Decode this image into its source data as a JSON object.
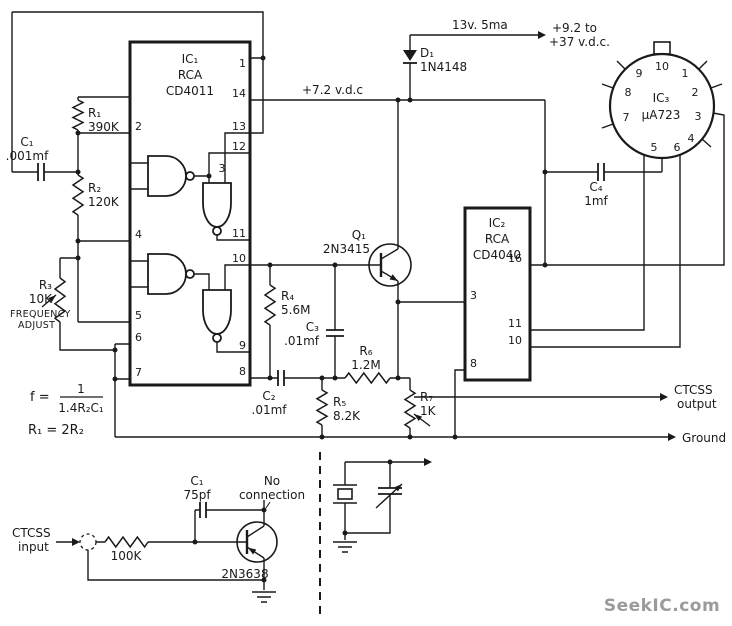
{
  "watermark": "SeekIC.com",
  "power": {
    "line_rating": "13v. 5ma",
    "supply_line1": "+9.2 to",
    "supply_line2": "+37 v.d.c.",
    "rail": "+7.2 v.d.c"
  },
  "ic1": {
    "ref": "IC₁",
    "mfr": "RCA",
    "part": "CD4011",
    "pins": {
      "p1": "1",
      "p2": "2",
      "p3": "3",
      "p4": "4",
      "p5": "5",
      "p6": "6",
      "p7": "7",
      "p8": "8",
      "p9": "9",
      "p10": "10",
      "p11": "11",
      "p12": "12",
      "p13": "13",
      "p14": "14"
    }
  },
  "ic2": {
    "ref": "IC₂",
    "mfr": "RCA",
    "part": "CD4040",
    "pins": {
      "p3": "3",
      "p8": "8",
      "p10": "10",
      "p11": "11",
      "p16": "16"
    }
  },
  "ic3": {
    "ref": "IC₃",
    "part": "μA723",
    "pins": {
      "p1": "1",
      "p2": "2",
      "p3": "3",
      "p4": "4",
      "p5": "5",
      "p6": "6",
      "p7": "7",
      "p8": "8",
      "p9": "9",
      "p10": "10"
    }
  },
  "components": {
    "c1_osc": {
      "ref": "C₁",
      "value": ".001mf"
    },
    "r1": {
      "ref": "R₁",
      "value": "390K"
    },
    "r2": {
      "ref": "R₂",
      "value": "120K"
    },
    "r3": {
      "ref": "R₃",
      "value": "10K",
      "note_line1": "FREQUENCY",
      "note_line2": "ADJUST"
    },
    "r4": {
      "ref": "R₄",
      "value": "5.6M"
    },
    "r5": {
      "ref": "R₅",
      "value": "8.2K"
    },
    "r6": {
      "ref": "R₆",
      "value": "1.2M"
    },
    "r7": {
      "ref": "R₇",
      "value": "1K"
    },
    "c2": {
      "ref": "C₂",
      "value": ".01mf"
    },
    "c3": {
      "ref": "C₃",
      "value": ".01mf"
    },
    "c4": {
      "ref": "C₄",
      "value": "1mf"
    },
    "d1": {
      "ref": "D₁",
      "value": "1N4148"
    },
    "q1": {
      "ref": "Q₁",
      "value": "2N3415"
    },
    "q2": {
      "value": "2N3638"
    },
    "r_input": {
      "value": "100K"
    },
    "c1_input": {
      "ref": "C₁",
      "value": "75pf"
    }
  },
  "formulas": {
    "f_lhs": "f =",
    "f_numerator": "1",
    "f_denominator": "1.4R₂C₁",
    "r_relation": "R₁ = 2R₂"
  },
  "io": {
    "output_line1": "CTCSS",
    "output_line2": "output",
    "ground": "Ground",
    "input_line1": "CTCSS",
    "input_line2": "input",
    "no_connection_line1": "No",
    "no_connection_line2": "connection"
  }
}
